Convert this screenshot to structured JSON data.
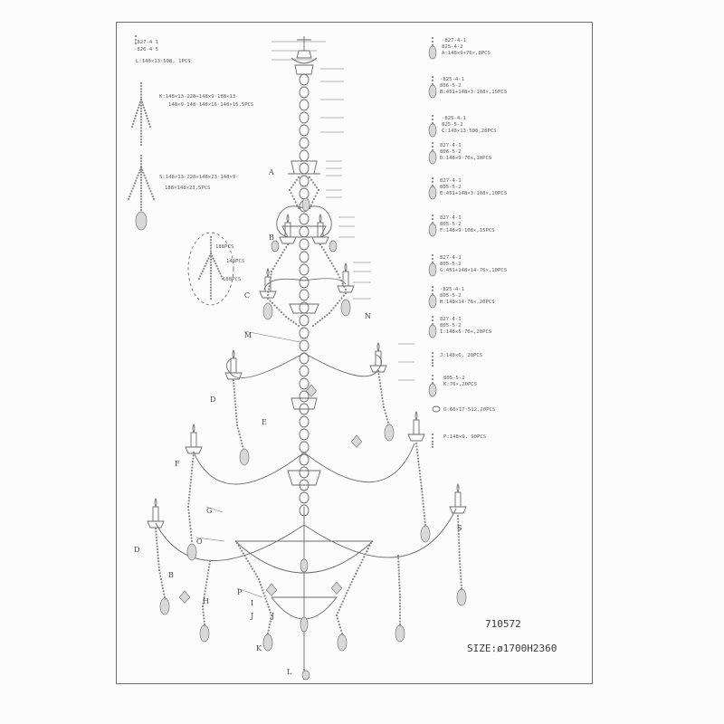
{
  "model_number": "710572",
  "size_label": "SIZE:ø1700H2360",
  "left_notes": [
    {
      "line1": "·827-4 1",
      "line2": "·826-4 5",
      "line3": "L:148×13·508, 1PCS"
    },
    {
      "line1": "K:148×13·228+148×9·188×13·",
      "line2": "148×9·148·148×16·148×16,5PCS"
    },
    {
      "line1": "S:148×13·228+148×23·148×9·",
      "line2": "188×148×23,5PCS"
    }
  ],
  "parts_legend": [
    {
      "code": "·827-4-1",
      "sub": "825-4-2",
      "desc": "A:148×9+76×,8PCS"
    },
    {
      "code": "·825-4-1",
      "sub": "806-5-2",
      "desc": "B:451+148×3·108×,15PCS"
    },
    {
      "code": "·825-4-1",
      "sub": "825-5-2",
      "desc": "C:148×13·508,28PCS"
    },
    {
      "code": "827-4-1",
      "sub": "806-5-2",
      "desc": "D:148×9·76×,10PCS"
    },
    {
      "code": "827-4-1",
      "sub": "805-5-2",
      "desc": "E:451+148×3·108×,10PCS"
    },
    {
      "code": "827-4-1",
      "sub": "805-5-2",
      "desc": "F:148×9·108×,15PCS"
    },
    {
      "code": "827-4-1",
      "sub": "805-5-2",
      "desc": "G:451+148×14·76×,10PCS"
    },
    {
      "code": "·825-4-1",
      "sub": "805-5-2",
      "desc": "H:148×14·76×,20PCS"
    },
    {
      "code": "827-4-1",
      "sub": "805-5-2",
      "desc": "I:148×5·76×,20PCS"
    },
    {
      "code": "",
      "sub": "",
      "desc": "J:148×6,  20PCS"
    },
    {
      "code": "805-5-2",
      "sub": "",
      "desc": "K:76×,20PCS"
    },
    {
      "code": "",
      "sub": "",
      "desc": "O:60×17·512,20PCS"
    },
    {
      "code": "",
      "sub": "",
      "desc": "P:148×9,  90PCS"
    }
  ],
  "detail_labels": [
    "188PCS",
    "148PCS",
    "188PCS"
  ],
  "letters": [
    "A",
    "B",
    "C",
    "M",
    "N",
    "D",
    "E",
    "F",
    "G",
    "D",
    "B",
    "H",
    "O",
    "P",
    "I",
    "J",
    "K",
    "L",
    "S",
    "J"
  ],
  "colors": {
    "line": "#6a6a6a",
    "crystal": "#8a8a8a",
    "frame": "#6e6e6e"
  }
}
